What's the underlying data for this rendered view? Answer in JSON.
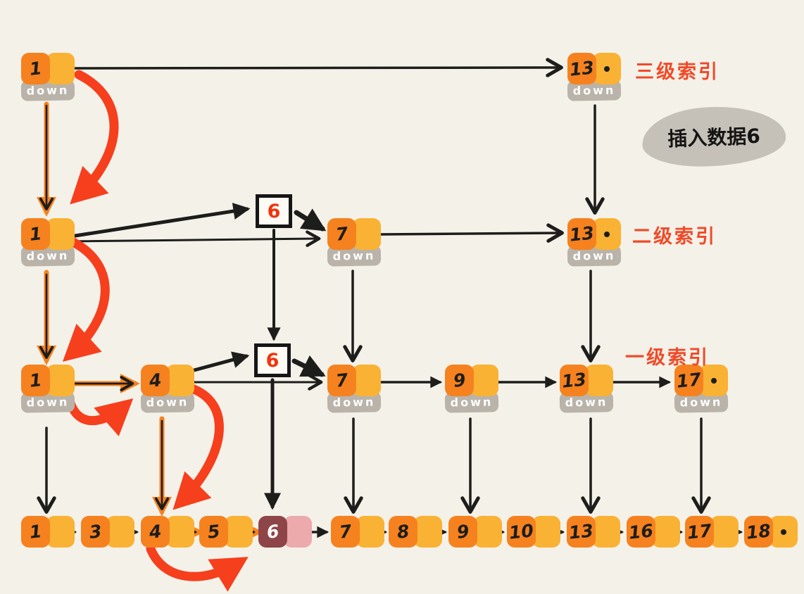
{
  "note": {
    "text": "插入数据6"
  },
  "down_label": "down",
  "colors": {
    "background": "#f4f1e9",
    "node_value": "#f5821f",
    "node_pointer": "#f9b234",
    "down_pill": "#b9b3aa",
    "inserted_value": "#8e4547",
    "inserted_pointer": "#ecaaad",
    "red_arrow": "#f63f1d",
    "label_red": "#f04a28",
    "ink_black": "#1d1d1b",
    "box_value_red": "#f2330d"
  },
  "levels": [
    {
      "id": "l3",
      "label": "三级索引",
      "nodes": [
        {
          "value": "1",
          "down": true
        },
        {
          "value": "13",
          "down": true,
          "dot": true
        }
      ]
    },
    {
      "id": "l2",
      "label": "二级索引",
      "insert_box": "6",
      "nodes": [
        {
          "value": "1",
          "down": true
        },
        {
          "value": "7",
          "down": true
        },
        {
          "value": "13",
          "down": true,
          "dot": true
        }
      ]
    },
    {
      "id": "l1",
      "label": "一级索引",
      "insert_box": "6",
      "nodes": [
        {
          "value": "1",
          "down": true
        },
        {
          "value": "4",
          "down": true
        },
        {
          "value": "7",
          "down": true
        },
        {
          "value": "9",
          "down": true
        },
        {
          "value": "13",
          "down": true
        },
        {
          "value": "17",
          "down": true,
          "dot": true
        }
      ]
    },
    {
      "id": "l0",
      "label": "",
      "nodes": [
        {
          "value": "1"
        },
        {
          "value": "3"
        },
        {
          "value": "4"
        },
        {
          "value": "5"
        },
        {
          "value": "6",
          "variant": "inserted"
        },
        {
          "value": "7"
        },
        {
          "value": "8"
        },
        {
          "value": "9"
        },
        {
          "value": "10"
        },
        {
          "value": "13"
        },
        {
          "value": "16"
        },
        {
          "value": "17"
        },
        {
          "value": "18",
          "dot": true
        }
      ]
    }
  ]
}
